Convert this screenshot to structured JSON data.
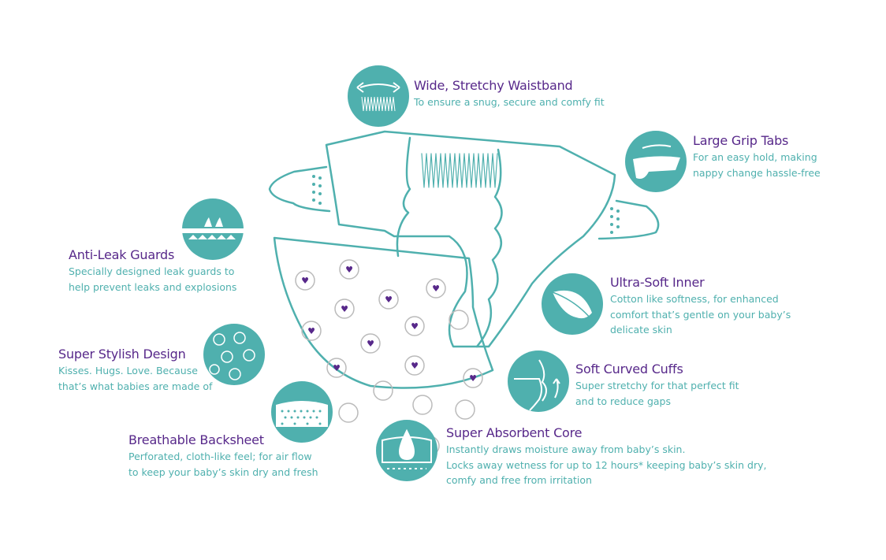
{
  "colors": {
    "accent": "#4fb0ae",
    "title": "#57288a",
    "heart": "#57288a"
  },
  "features": [
    {
      "id": "waistband",
      "icon": "waistband-icon",
      "title": "Wide, Stretchy Waistband",
      "lines": [
        "To ensure a snug, secure and comfy fit"
      ]
    },
    {
      "id": "grip-tabs",
      "icon": "grip-tab-icon",
      "title": "Large Grip Tabs",
      "lines": [
        "For an easy hold, making",
        "nappy change hassle-free"
      ]
    },
    {
      "id": "anti-leak",
      "icon": "leak-guard-icon",
      "title": "Anti-Leak Guards",
      "lines": [
        "Specially designed leak guards to",
        "help prevent leaks and explosions"
      ]
    },
    {
      "id": "ultra-soft",
      "icon": "feather-icon",
      "title": "Ultra-Soft Inner",
      "lines": [
        "Cotton like softness, for enhanced",
        "comfort that’s gentle on your baby’s",
        "delicate skin"
      ]
    },
    {
      "id": "stylish",
      "icon": "heart-pattern-icon",
      "title": "Super Stylish Design",
      "lines": [
        "Kisses. Hugs. Love. Because",
        "that’s what babies are made of"
      ]
    },
    {
      "id": "cuffs",
      "icon": "curved-cuff-icon",
      "title": "Soft Curved Cuffs",
      "lines": [
        "Super stretchy for that perfect fit",
        "and to reduce gaps"
      ]
    },
    {
      "id": "backsheet",
      "icon": "perforated-sheet-icon",
      "title": "Breathable Backsheet",
      "lines": [
        "Perforated, cloth-like feel; for air flow",
        "to keep your baby’s skin dry and fresh"
      ]
    },
    {
      "id": "core",
      "icon": "droplet-core-icon",
      "title": "Super Absorbent Core",
      "lines": [
        "Instantly draws moisture away from baby’s skin.",
        "Locks away wetness for up to 12 hours* keeping baby’s skin dry,",
        "comfy and free from irritation"
      ]
    }
  ]
}
